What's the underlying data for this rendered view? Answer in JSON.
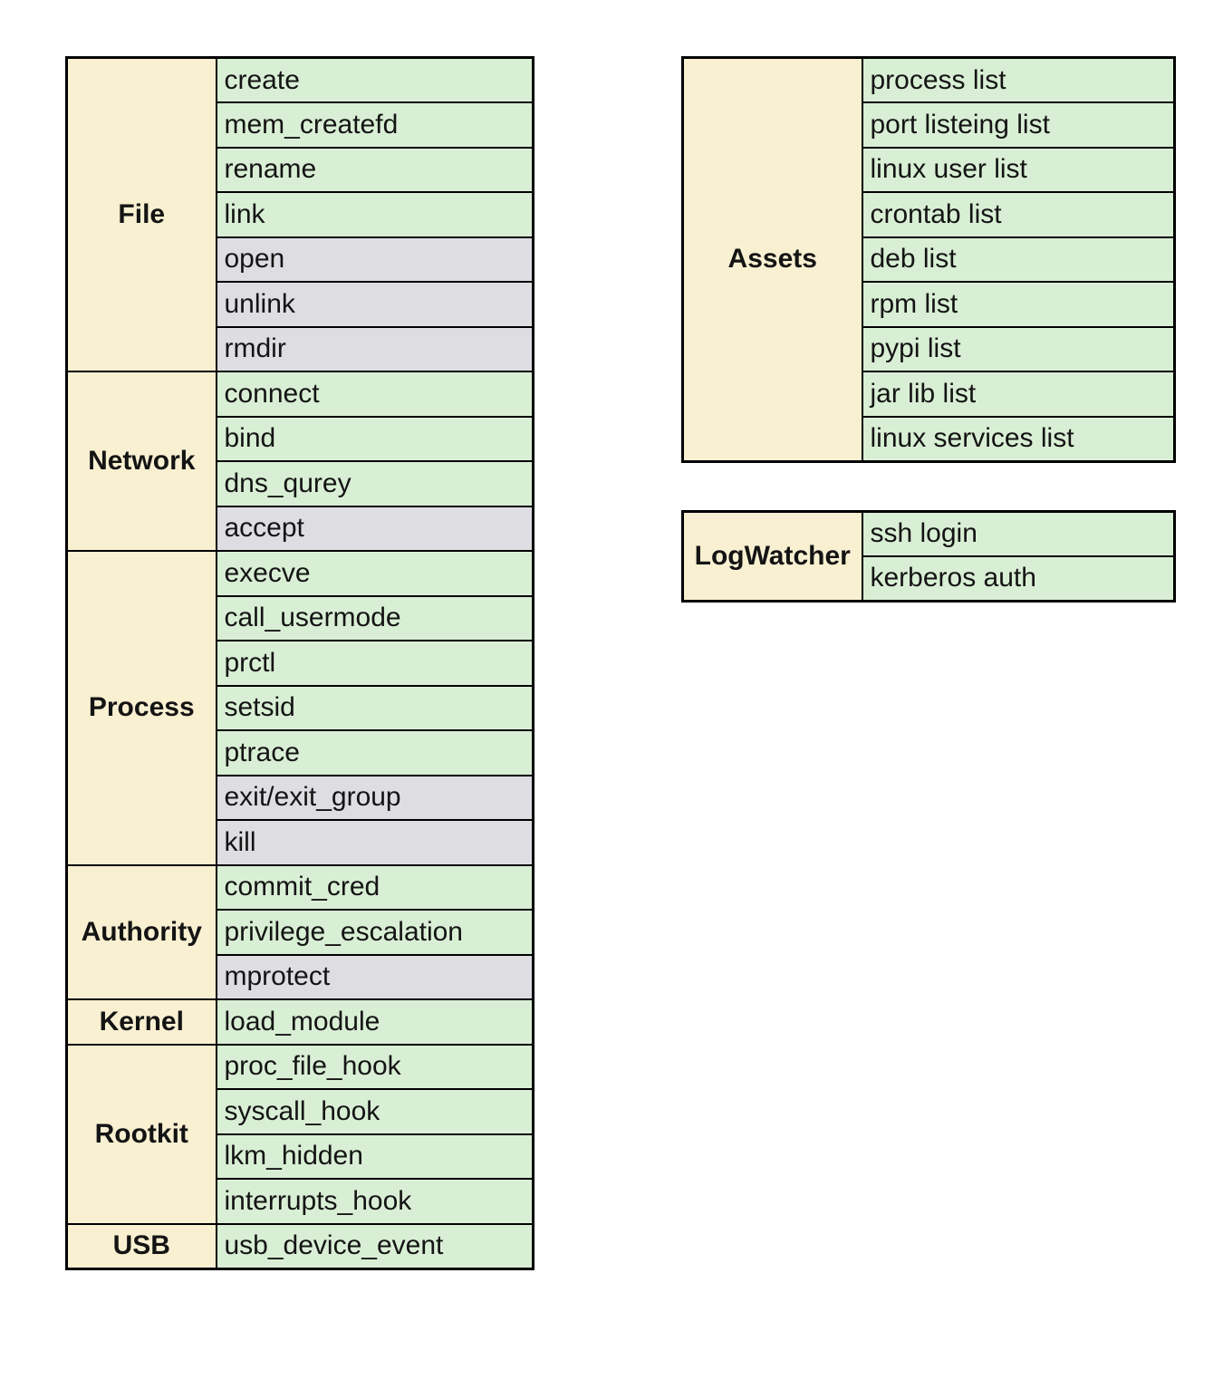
{
  "colors": {
    "category_bg": "#f9f0d2",
    "item_green_bg": "#d9efd5",
    "item_gray_bg": "#dedee2",
    "border": "#000000",
    "text": "#141414",
    "page_background": "#ffffff"
  },
  "tables": [
    {
      "name": "events",
      "groups": [
        {
          "label": "File",
          "items": [
            {
              "label": "create",
              "variant": "green"
            },
            {
              "label": "mem_createfd",
              "variant": "green"
            },
            {
              "label": "rename",
              "variant": "green"
            },
            {
              "label": "link",
              "variant": "green"
            },
            {
              "label": "open",
              "variant": "gray"
            },
            {
              "label": "unlink",
              "variant": "gray"
            },
            {
              "label": "rmdir",
              "variant": "gray"
            }
          ]
        },
        {
          "label": "Network",
          "items": [
            {
              "label": "connect",
              "variant": "green"
            },
            {
              "label": "bind",
              "variant": "green"
            },
            {
              "label": "dns_qurey",
              "variant": "green"
            },
            {
              "label": "accept",
              "variant": "gray"
            }
          ]
        },
        {
          "label": "Process",
          "items": [
            {
              "label": "execve",
              "variant": "green"
            },
            {
              "label": "call_usermode",
              "variant": "green"
            },
            {
              "label": "prctl",
              "variant": "green"
            },
            {
              "label": "setsid",
              "variant": "green"
            },
            {
              "label": "ptrace",
              "variant": "green"
            },
            {
              "label": "exit/exit_group",
              "variant": "gray"
            },
            {
              "label": "kill",
              "variant": "gray"
            }
          ]
        },
        {
          "label": "Authority",
          "items": [
            {
              "label": "commit_cred",
              "variant": "green"
            },
            {
              "label": "privilege_escalation",
              "variant": "green"
            },
            {
              "label": "mprotect",
              "variant": "gray"
            }
          ]
        },
        {
          "label": "Kernel",
          "items": [
            {
              "label": "load_module",
              "variant": "green"
            }
          ]
        },
        {
          "label": "Rootkit",
          "items": [
            {
              "label": "proc_file_hook",
              "variant": "green"
            },
            {
              "label": "syscall_hook",
              "variant": "green"
            },
            {
              "label": "lkm_hidden",
              "variant": "green"
            },
            {
              "label": "interrupts_hook",
              "variant": "green"
            }
          ]
        },
        {
          "label": "USB",
          "items": [
            {
              "label": "usb_device_event",
              "variant": "green"
            }
          ]
        }
      ]
    },
    {
      "name": "assets",
      "groups": [
        {
          "label": "Assets",
          "items": [
            {
              "label": "process list",
              "variant": "green"
            },
            {
              "label": "port listeing list",
              "variant": "green"
            },
            {
              "label": "linux user list",
              "variant": "green"
            },
            {
              "label": "crontab list",
              "variant": "green"
            },
            {
              "label": "deb list",
              "variant": "green"
            },
            {
              "label": "rpm list",
              "variant": "green"
            },
            {
              "label": "pypi list",
              "variant": "green"
            },
            {
              "label": "jar lib list",
              "variant": "green"
            },
            {
              "label": "linux services list",
              "variant": "green"
            }
          ]
        }
      ]
    },
    {
      "name": "logwatcher",
      "groups": [
        {
          "label": "LogWatcher",
          "items": [
            {
              "label": "ssh login",
              "variant": "green"
            },
            {
              "label": "kerberos auth",
              "variant": "green"
            }
          ]
        }
      ]
    }
  ]
}
